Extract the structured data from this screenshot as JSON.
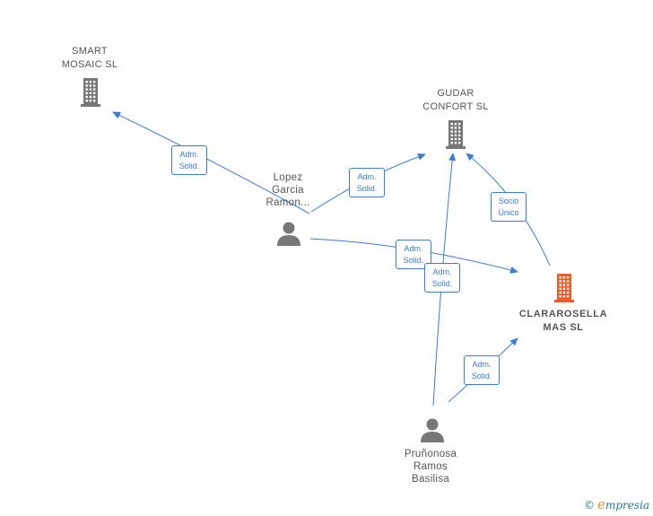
{
  "nodes": [
    {
      "id": "smart",
      "type": "company",
      "lines": [
        "SMART",
        "MOSAIC SL"
      ],
      "focus": false
    },
    {
      "id": "gudar",
      "type": "company",
      "lines": [
        "GUDAR",
        "CONFORT SL"
      ],
      "focus": false
    },
    {
      "id": "clara",
      "type": "company",
      "lines": [
        "CLARAROSELLA",
        "MAS SL"
      ],
      "focus": true
    },
    {
      "id": "lopez",
      "type": "person",
      "lines": [
        "Lopez",
        "Garcia",
        "Ramon..."
      ],
      "focus": false
    },
    {
      "id": "prunonosa",
      "type": "person",
      "lines": [
        "Pruñonosa",
        "Ramos",
        "Basilisa"
      ],
      "focus": false
    }
  ],
  "edges": [
    {
      "from": "lopez",
      "to": "smart",
      "label": [
        "Adm.",
        "Solid."
      ]
    },
    {
      "from": "lopez",
      "to": "gudar",
      "label": [
        "Adm.",
        "Solid."
      ]
    },
    {
      "from": "lopez",
      "to": "clara",
      "label": [
        "Adm.",
        "Solid."
      ]
    },
    {
      "from": "prunonosa",
      "to": "gudar",
      "label": [
        "Adm.",
        "Solid."
      ]
    },
    {
      "from": "prunonosa",
      "to": "clara",
      "label": [
        "Adm.",
        "Solid."
      ]
    },
    {
      "from": "clara",
      "to": "gudar",
      "label": [
        "Socio",
        "Único"
      ]
    }
  ],
  "colors": {
    "edge": "#3a7bd5",
    "company": "#777777",
    "focus_company": "#f05a28",
    "person": "#777777"
  },
  "icons": {
    "company": "building-icon",
    "person": "person-icon"
  },
  "footer": {
    "copyright_symbol": "©",
    "brand_initial": "e",
    "brand_rest": "mpresia"
  }
}
